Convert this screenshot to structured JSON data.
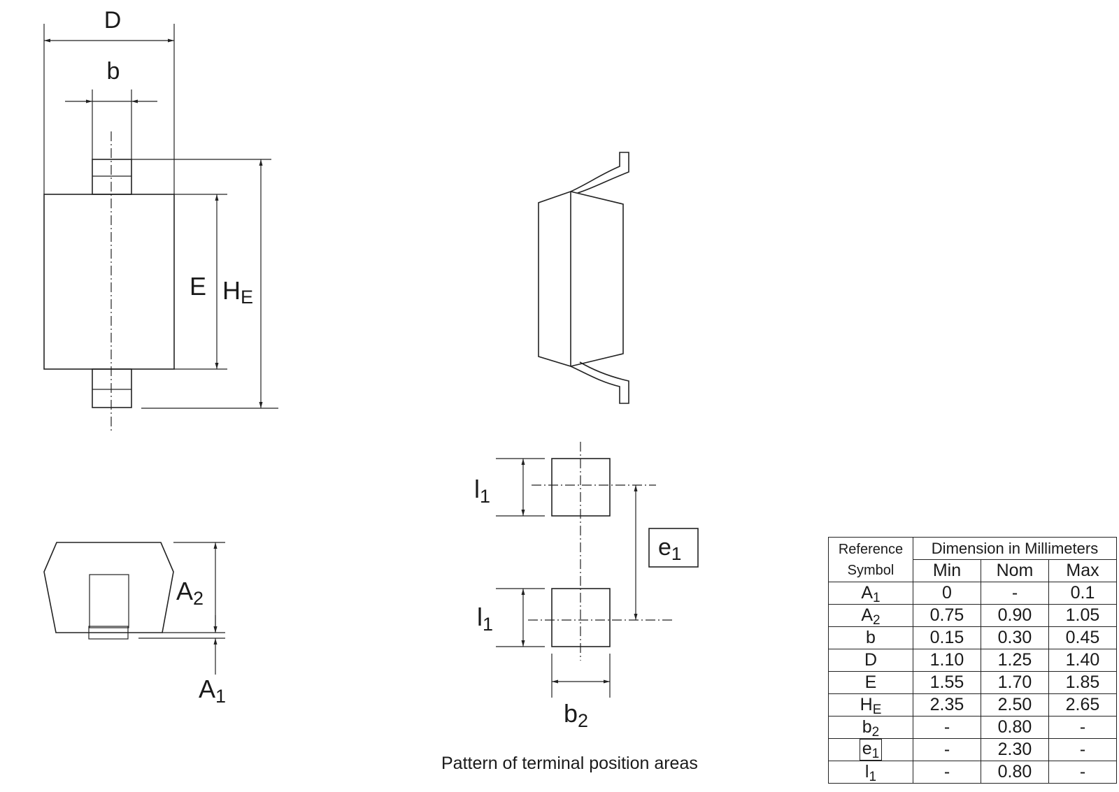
{
  "labels": {
    "D": "D",
    "b": "b",
    "E": "E",
    "HE_main": "H",
    "HE_sub": "E",
    "A2_main": "A",
    "A2_sub": "2",
    "A1_main": "A",
    "A1_sub": "1",
    "l1_main": "l",
    "l1_sub": "1",
    "e1_main": "e",
    "e1_sub": "1",
    "b2_main": "b",
    "b2_sub": "2"
  },
  "caption": "Pattern of terminal position areas",
  "table": {
    "header_ref_line1": "Reference",
    "header_ref_line2": "Symbol",
    "header_dim": "Dimension in Millimeters",
    "columns": [
      "Min",
      "Nom",
      "Max"
    ],
    "rows": [
      {
        "sym": "A",
        "sub": "1",
        "boxed": false,
        "min": "0",
        "nom": "-",
        "max": "0.1"
      },
      {
        "sym": "A",
        "sub": "2",
        "boxed": false,
        "min": "0.75",
        "nom": "0.90",
        "max": "1.05"
      },
      {
        "sym": "b",
        "sub": "",
        "boxed": false,
        "min": "0.15",
        "nom": "0.30",
        "max": "0.45"
      },
      {
        "sym": "D",
        "sub": "",
        "boxed": false,
        "min": "1.10",
        "nom": "1.25",
        "max": "1.40"
      },
      {
        "sym": "E",
        "sub": "",
        "boxed": false,
        "min": "1.55",
        "nom": "1.70",
        "max": "1.85"
      },
      {
        "sym": "H",
        "sub": "E",
        "boxed": false,
        "min": "2.35",
        "nom": "2.50",
        "max": "2.65"
      },
      {
        "sym": "b",
        "sub": "2",
        "boxed": false,
        "min": "-",
        "nom": "0.80",
        "max": "-"
      },
      {
        "sym": "e",
        "sub": "1",
        "boxed": true,
        "min": "-",
        "nom": "2.30",
        "max": "-"
      },
      {
        "sym": "l",
        "sub": "1",
        "boxed": false,
        "min": "-",
        "nom": "0.80",
        "max": "-"
      }
    ]
  }
}
